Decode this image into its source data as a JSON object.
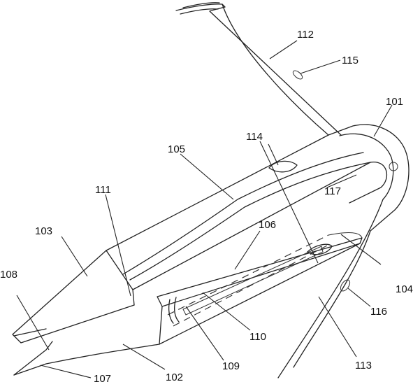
{
  "labels": {
    "l101": "101",
    "l102": "102",
    "l103": "103",
    "l104": "104",
    "l105": "105",
    "l106": "106",
    "l107": "107",
    "l108": "108",
    "l109": "109",
    "l110": "110",
    "l111": "111",
    "l112": "112",
    "l113": "113",
    "l114": "114",
    "l115": "115",
    "l116": "116",
    "l117": "117"
  }
}
